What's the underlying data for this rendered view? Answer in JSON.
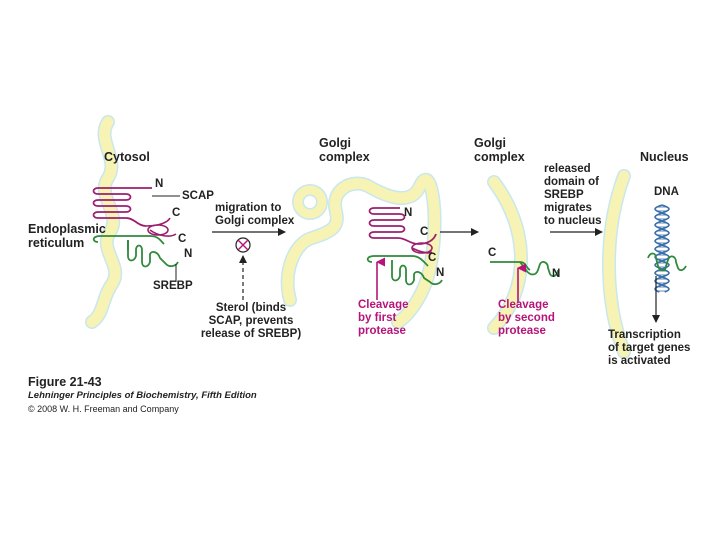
{
  "labels": {
    "cytosol": "Cytosol",
    "golgi1_line1": "Golgi",
    "golgi1_line2": "complex",
    "golgi2_line1": "Golgi",
    "golgi2_line2": "complex",
    "released_1": "released",
    "released_2": "domain of",
    "released_3": "SREBP",
    "released_4": "migrates",
    "released_5": "to nucleus",
    "nucleus": "Nucleus",
    "dna": "DNA",
    "er_line1": "Endoplasmic",
    "er_line2": "reticulum",
    "n1": "N",
    "scap": "SCAP",
    "c1": "C",
    "c2": "C",
    "n2": "N",
    "srebp": "SREBP",
    "migration_1": "migration to",
    "migration_2": "Golgi complex",
    "sterol_1": "Sterol (binds",
    "sterol_2": "SCAP, prevents",
    "sterol_3": "release of SREBP)",
    "g_n1": "N",
    "g_c1": "C",
    "g_c2": "C",
    "g_n2": "N",
    "cleave1_1": "Cleavage",
    "cleave1_2": "by first",
    "cleave1_3": "protease",
    "g2_c": "C",
    "g2_n": "N",
    "cleave2_1": "Cleavage",
    "cleave2_2": "by second",
    "cleave2_3": "protease",
    "transcription_1": "Transcription",
    "transcription_2": "of target genes",
    "transcription_3": "is activated"
  },
  "caption": {
    "figure": "Figure 21-43",
    "book": "Lehninger Principles of Biochemistry, Fifth Edition",
    "copyright": "© 2008 W. H. Freeman and Company"
  },
  "colors": {
    "membrane_fill": "#f6f3b4",
    "membrane_edge": "#c9e7ee",
    "scap": "#9c1f6e",
    "srebp": "#2f8a3c",
    "cleavage": "#b5157a",
    "arrow": "#222222",
    "dna": "#3a6fa8"
  },
  "icons": {
    "inhibit": "circle-x-icon"
  }
}
